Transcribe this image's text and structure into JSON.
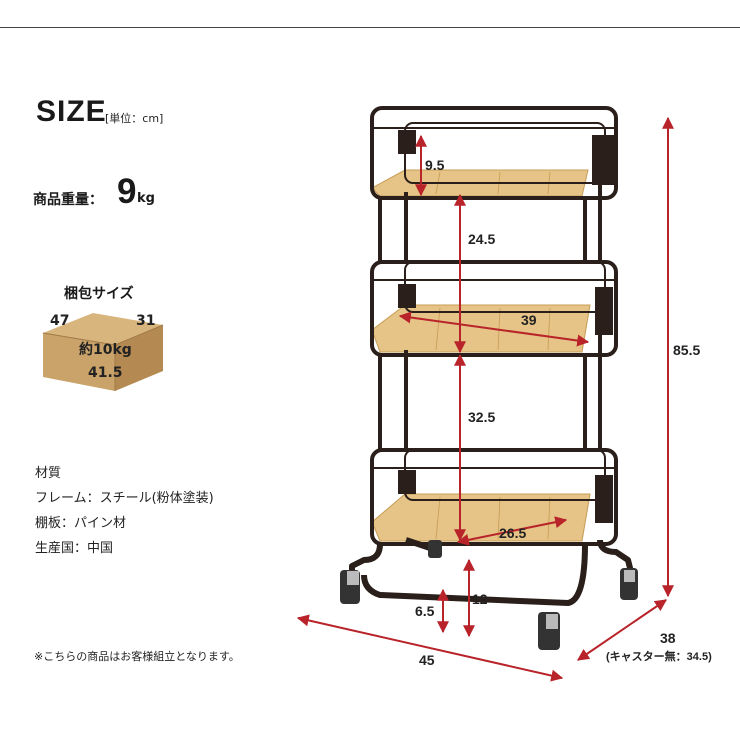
{
  "header": {
    "size_title": "SIZE",
    "size_unit": "[単位：cm]"
  },
  "weight": {
    "label": "商品重量：",
    "value": "9",
    "unit": "kg"
  },
  "package": {
    "title": "梱包サイズ",
    "length": "47",
    "depth": "31",
    "weight": "約10kg",
    "height": "41.5"
  },
  "specs": {
    "material_title": "材質",
    "frame": "フレーム：スチール(粉体塗装)",
    "shelf": "棚板：パイン材",
    "origin": "生産国：中国"
  },
  "note": "※こちらの商品はお客様組立となります。",
  "dimensions": {
    "top_basket": "9.5",
    "shelf_gap_upper": "24.5",
    "shelf_width": "39",
    "shelf_gap_lower": "32.5",
    "shelf_depth": "26.5",
    "total_height": "85.5",
    "clearance": "6.5",
    "caster": "12",
    "width": "45",
    "depth": "38",
    "depth_note": "(キャスター無：34.5)"
  },
  "colors": {
    "frame": "#2a1f1a",
    "wood": "#e6c386",
    "dimension_line": "#b8242a",
    "box": "#c9a36a"
  }
}
